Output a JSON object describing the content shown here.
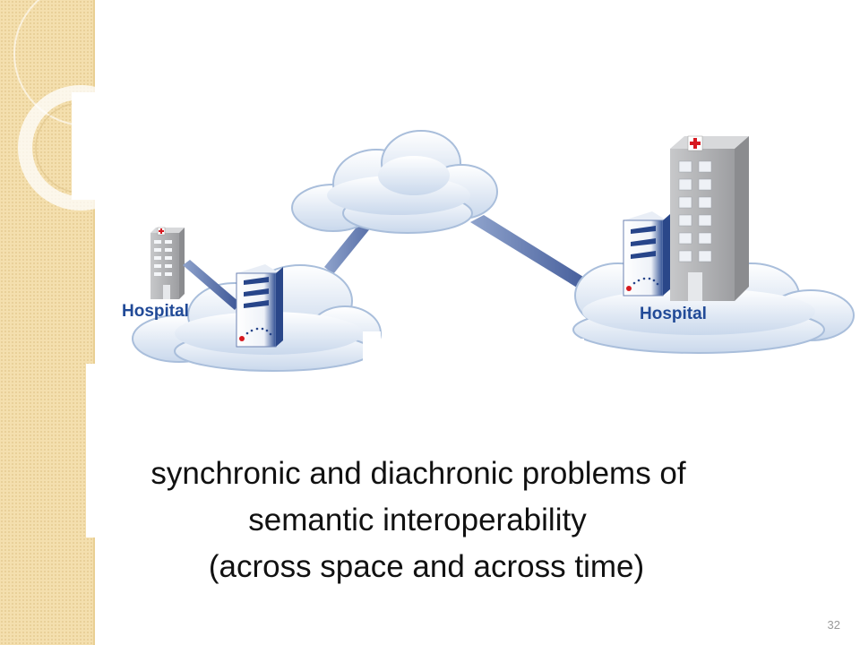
{
  "diagram": {
    "left_label": "Hospital",
    "right_label": "Hospital"
  },
  "caption": {
    "line1": "synchronic and diachronic problems of",
    "line2": "semantic interoperability",
    "line3": "(across space and across time)"
  },
  "page_number": "32",
  "colors": {
    "sidebar": "#f4dfae",
    "cloud": "#dbe6f3",
    "cloud_outline": "#a9bedb",
    "link": "#4b66a6",
    "building": "#a8a9ab",
    "server_stripe": "#27458a",
    "hospital_label": "#214a97",
    "cross": "#d71920"
  }
}
